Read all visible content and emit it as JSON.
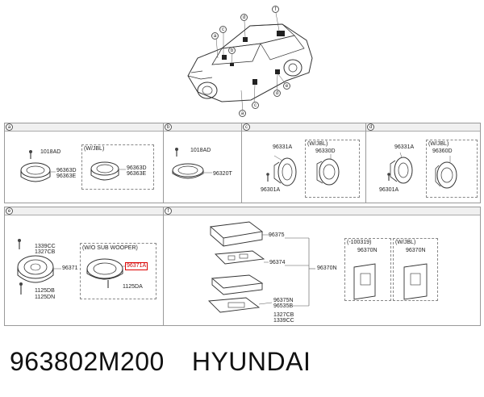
{
  "car": {
    "callouts": [
      "a",
      "b",
      "c",
      "d",
      "e",
      "f"
    ],
    "callout_e": "e",
    "callout_c2": "c",
    "callout_d2": "d",
    "callout_a2": "a"
  },
  "sections": {
    "a": {
      "id": "a",
      "parts": [
        "1018AD",
        "96363D",
        "96363E"
      ],
      "variant": "(W/JBL)",
      "variant_parts": [
        "96363D",
        "96363E"
      ]
    },
    "b": {
      "id": "b",
      "parts": [
        "1018AD",
        "96320T"
      ]
    },
    "c": {
      "id": "c",
      "parts": [
        "96331A",
        "96301A"
      ],
      "variant": "(W/JBL)",
      "variant_parts": [
        "96330D"
      ]
    },
    "d": {
      "id": "d",
      "parts": [
        "96331A",
        "96301A"
      ],
      "variant": "(W/JBL)",
      "variant_parts": [
        "96360D"
      ]
    },
    "e": {
      "id": "e",
      "parts": [
        "1339CC",
        "1327CB",
        "96371",
        "1125DB",
        "1125DN"
      ],
      "variant": "(W/O SUB WOOPER)",
      "variant_parts": [
        "96371A",
        "1125DA"
      ]
    },
    "f": {
      "id": "f",
      "parts": [
        "96375",
        "96374",
        "96370N",
        "96375N",
        "96535B",
        "1327CB",
        "1339CC"
      ],
      "variant1": "(-100319)",
      "variant1_parts": [
        "96370N"
      ],
      "variant2": "(W/JBL)",
      "variant2_parts": [
        "96370N"
      ]
    }
  },
  "footer": {
    "part_number": "963802M200",
    "brand": "HYUNDAI"
  }
}
